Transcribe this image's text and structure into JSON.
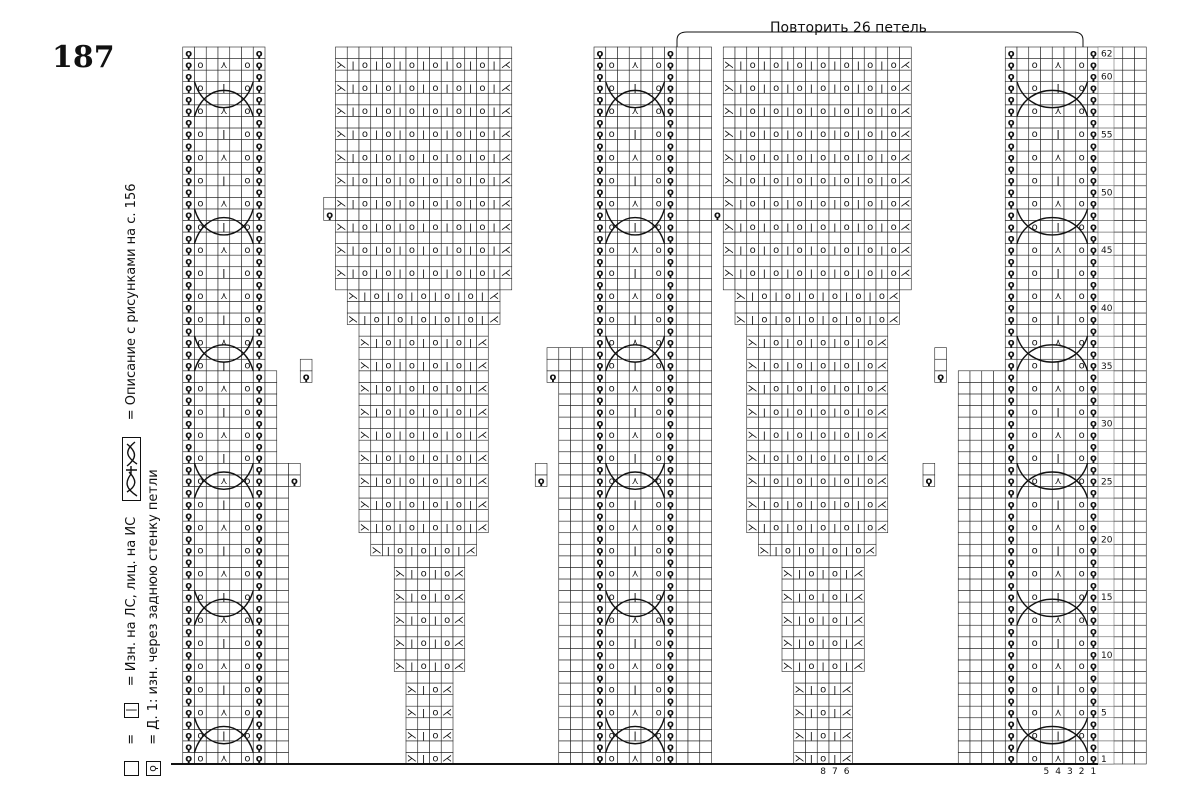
{
  "page": {
    "number": "187"
  },
  "header": {
    "repeat_label": "Повторить 26 петель"
  },
  "legend": {
    "purl_text": "= Изн. на ЛС, лиц. на ИС",
    "cable_text": "= Описание с рисунками на с. 156",
    "twisted_text": "= Д. 1: изн. через заднюю стенку петли",
    "equals": "="
  },
  "chart_data": {
    "type": "knitting-chart",
    "rows": 62,
    "row_labels": [
      "1",
      "5",
      "10",
      "15",
      "20",
      "25",
      "30",
      "35",
      "40",
      "45",
      "50",
      "55",
      "60",
      "62"
    ],
    "stitch_labels_bottom_right": [
      "5",
      "4",
      "3",
      "2",
      "1"
    ],
    "stitch_labels_bottom_mid": [
      "8",
      "7",
      "6"
    ],
    "repeat_stitches": 26,
    "symbols": {
      "purl": "ǀ",
      "yarn_over": "o",
      "twisted_purl": "ϙ",
      "k3tog": "⋏",
      "ssk": "⋋",
      "k2tog": "⋌",
      "cable": "cable"
    }
  }
}
